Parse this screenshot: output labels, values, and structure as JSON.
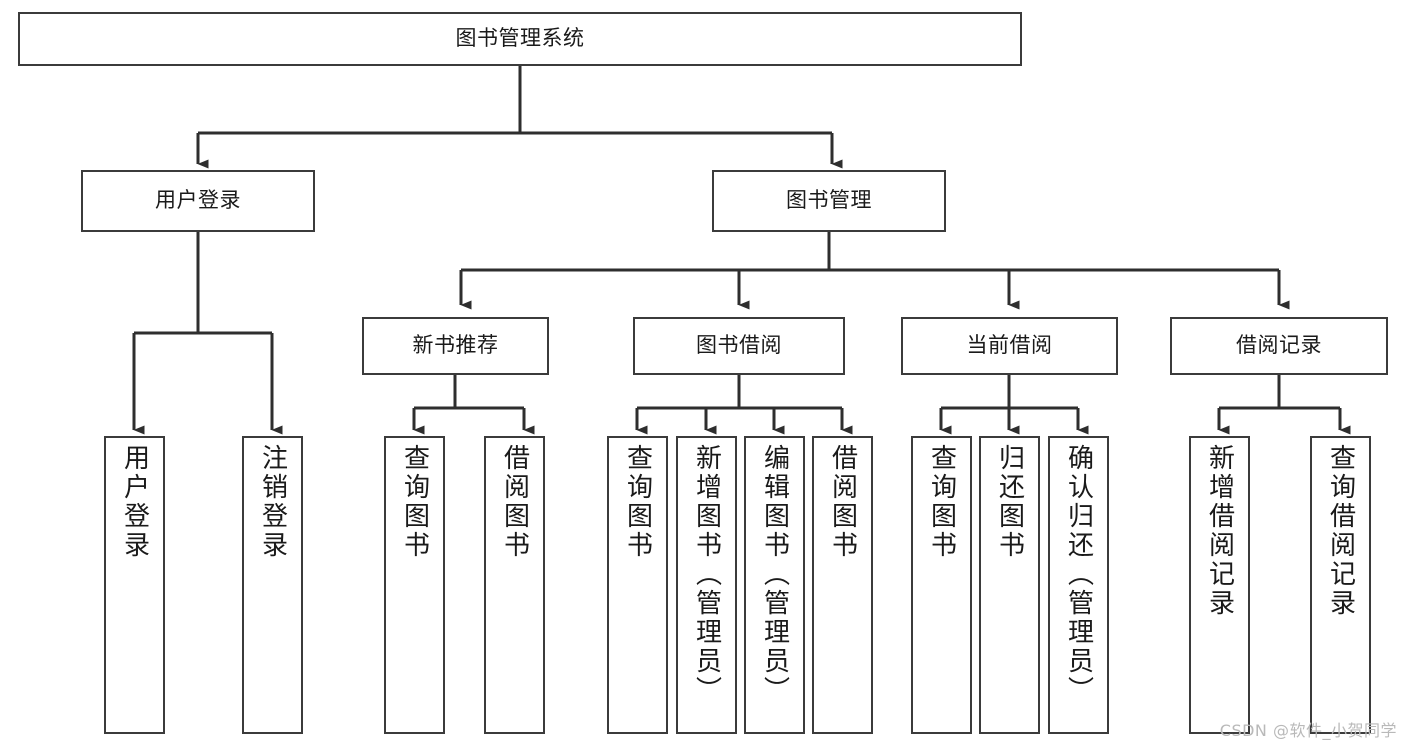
{
  "diagram": {
    "title": "图书管理系统",
    "type": "tree-hierarchy-chart",
    "watermark": "CSDN @软件_小贺同学",
    "colors": {
      "box_border": "#3b3b3b",
      "box_fill": "#ffffff",
      "edge": "#2e2e2e",
      "text": "#1a1a1a",
      "watermark": "#b9b9b9",
      "background": "#ffffff"
    },
    "root": {
      "label": "图书管理系统"
    },
    "level2": [
      {
        "label": "用户登录"
      },
      {
        "label": "图书管理"
      }
    ],
    "level3": [
      {
        "label": "新书推荐"
      },
      {
        "label": "图书借阅"
      },
      {
        "label": "当前借阅"
      },
      {
        "label": "借阅记录"
      }
    ],
    "leaves": {
      "user_login": [
        {
          "label": "用户登录"
        },
        {
          "label": "注销登录"
        }
      ],
      "new_book": [
        {
          "label": "查询图书"
        },
        {
          "label": "借阅图书"
        }
      ],
      "book_borrow": [
        {
          "label": "查询图书"
        },
        {
          "label": "新增图书（管理员）"
        },
        {
          "label": "编辑图书（管理员）"
        },
        {
          "label": "借阅图书"
        }
      ],
      "current_borrow": [
        {
          "label": "查询图书"
        },
        {
          "label": "归还图书"
        },
        {
          "label": "确认归还（管理员）"
        }
      ],
      "borrow_record": [
        {
          "label": "新增借阅记录"
        },
        {
          "label": "查询借阅记录"
        }
      ]
    }
  }
}
